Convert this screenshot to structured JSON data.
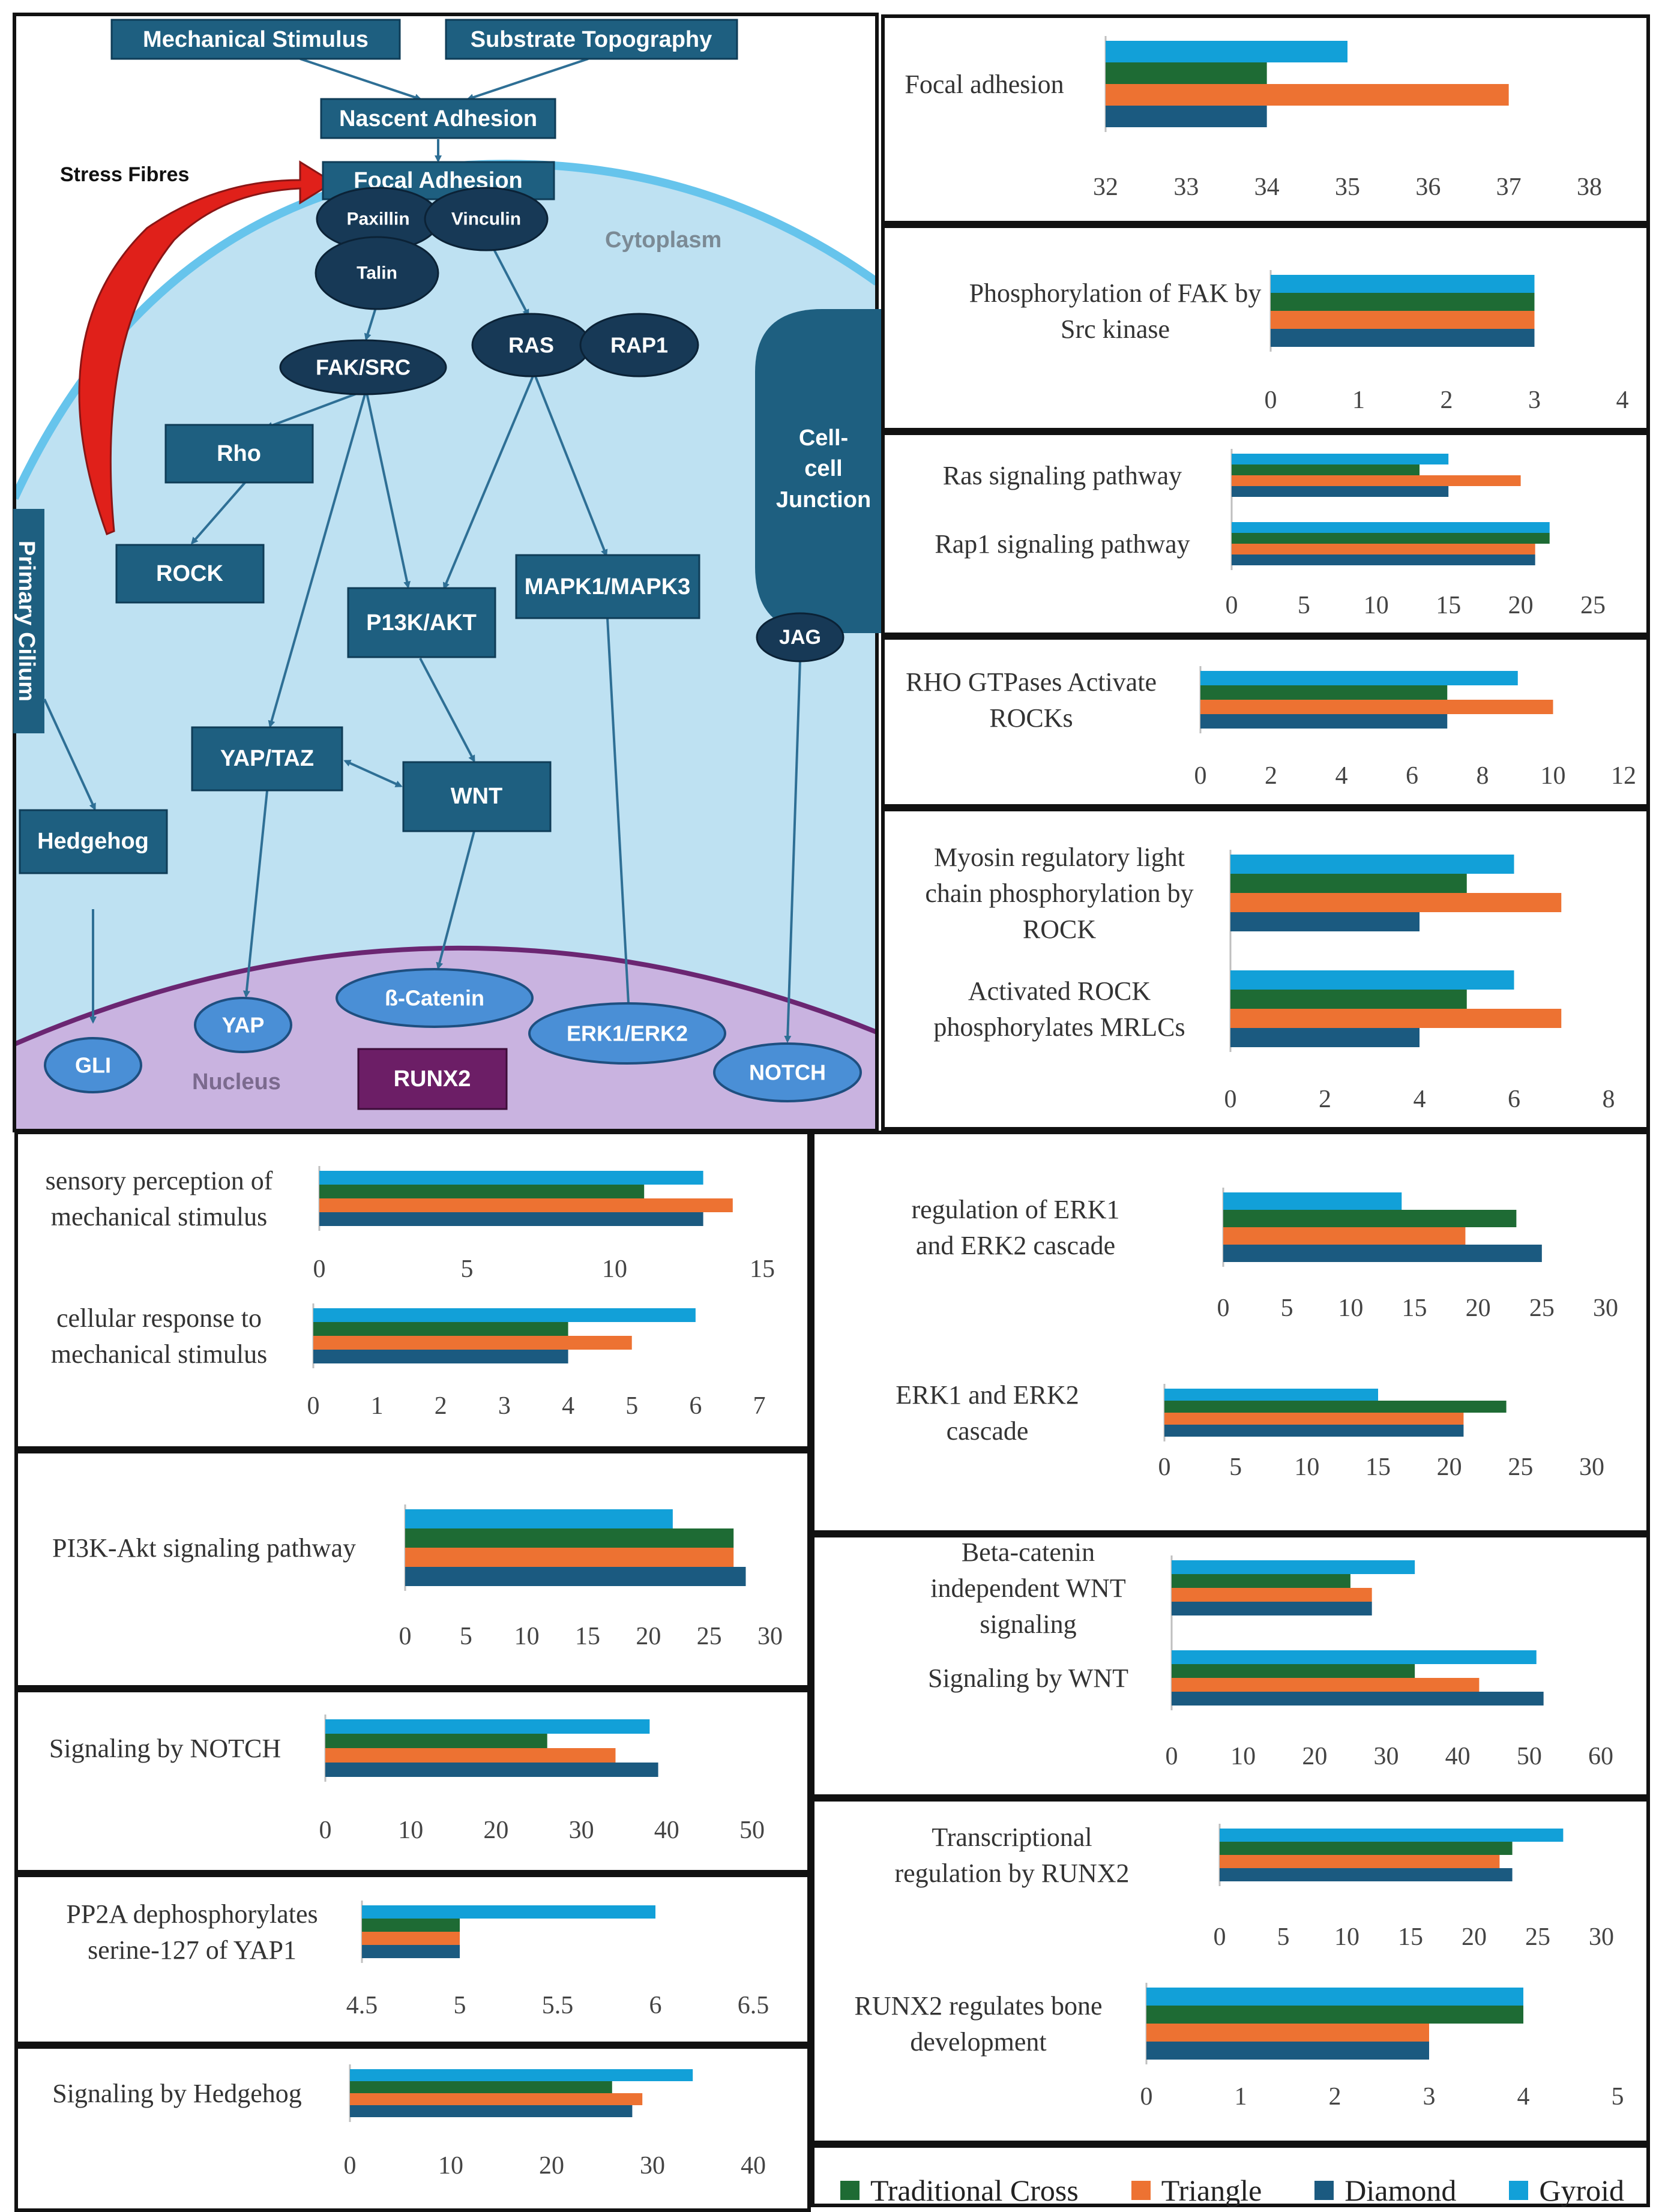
{
  "colors": {
    "Traditional Cross": "#1e6b34",
    "Triangle": "#ed7232",
    "Diamond": "#1b5a80",
    "Gyroid": "#12a0d8"
  },
  "diagram": {
    "mechanical_stimulus": "Mechanical Stimulus",
    "substrate_topography": "Substrate Topography",
    "nascent_adhesion": "Nascent Adhesion",
    "focal_adhesion": "Focal Adhesion",
    "stress_fibres": "Stress Fibres",
    "paxillin": "Paxillin",
    "vinculin": "Vinculin",
    "talin": "Talin",
    "cytoplasm": "Cytoplasm",
    "fak_src": "FAK/SRC",
    "ras": "RAS",
    "rap1": "RAP1",
    "rho": "Rho",
    "rock": "ROCK",
    "p13k_akt": "P13K/AKT",
    "mapk": "MAPK1/MAPK3",
    "cell_junction_line1": "Cell-",
    "cell_junction_line2": "cell",
    "cell_junction_line3": "Junction",
    "jag": "JAG",
    "primary_cilium": "Primary Cilium",
    "yap_taz": "YAP/TAZ",
    "wnt": "WNT",
    "hedgehog": "Hedgehog",
    "beta_catenin": "ß-Catenin",
    "yap": "YAP",
    "erk": "ERK1/ERK2",
    "gli": "GLI",
    "notch": "NOTCH",
    "nucleus": "Nucleus",
    "runx2": "RUNX2"
  },
  "legend": [
    "Traditional Cross",
    "Triangle",
    "Diamond",
    "Gyroid"
  ],
  "chart_data": [
    {
      "type": "bar",
      "orientation": "horizontal",
      "categories": [
        "Focal adhesion"
      ],
      "ticks": [
        32,
        33,
        34,
        35,
        36,
        37,
        38
      ],
      "xlim": [
        32,
        38
      ],
      "series": [
        {
          "name": "Gyroid",
          "values": [
            35
          ]
        },
        {
          "name": "Traditional Cross",
          "values": [
            34
          ]
        },
        {
          "name": "Triangle",
          "values": [
            37
          ]
        },
        {
          "name": "Diamond",
          "values": [
            34
          ]
        }
      ]
    },
    {
      "type": "bar",
      "orientation": "horizontal",
      "categories": [
        "Phosphorylation of FAK by Src kinase"
      ],
      "ticks": [
        0,
        1,
        2,
        3,
        4
      ],
      "xlim": [
        0,
        4
      ],
      "series": [
        {
          "name": "Gyroid",
          "values": [
            3
          ]
        },
        {
          "name": "Traditional Cross",
          "values": [
            3
          ]
        },
        {
          "name": "Triangle",
          "values": [
            3
          ]
        },
        {
          "name": "Diamond",
          "values": [
            3
          ]
        }
      ]
    },
    {
      "type": "bar",
      "orientation": "horizontal",
      "categories": [
        "Ras signaling pathway",
        "Rap1 signaling pathway"
      ],
      "ticks": [
        0,
        5,
        10,
        15,
        20,
        25
      ],
      "xlim": [
        0,
        25
      ],
      "series": [
        {
          "name": "Gyroid",
          "values": [
            15,
            22
          ]
        },
        {
          "name": "Traditional Cross",
          "values": [
            13,
            22
          ]
        },
        {
          "name": "Triangle",
          "values": [
            20,
            21
          ]
        },
        {
          "name": "Diamond",
          "values": [
            15,
            21
          ]
        }
      ]
    },
    {
      "type": "bar",
      "orientation": "horizontal",
      "categories": [
        "RHO GTPases Activate ROCKs"
      ],
      "ticks": [
        0,
        2,
        4,
        6,
        8,
        10,
        12
      ],
      "xlim": [
        0,
        12
      ],
      "series": [
        {
          "name": "Gyroid",
          "values": [
            9
          ]
        },
        {
          "name": "Traditional Cross",
          "values": [
            7
          ]
        },
        {
          "name": "Triangle",
          "values": [
            10
          ]
        },
        {
          "name": "Diamond",
          "values": [
            7
          ]
        }
      ]
    },
    {
      "type": "bar",
      "orientation": "horizontal",
      "categories": [
        "Myosin regulatory light chain phosphorylation by ROCK",
        "Activated ROCK phosphorylates MRLCs"
      ],
      "ticks": [
        0,
        2,
        4,
        6,
        8
      ],
      "xlim": [
        0,
        8
      ],
      "series": [
        {
          "name": "Gyroid",
          "values": [
            6,
            6
          ]
        },
        {
          "name": "Traditional Cross",
          "values": [
            5,
            5
          ]
        },
        {
          "name": "Triangle",
          "values": [
            7,
            7
          ]
        },
        {
          "name": "Diamond",
          "values": [
            4,
            4
          ]
        }
      ]
    },
    {
      "type": "bar",
      "orientation": "horizontal",
      "categories": [
        "sensory perception of mechanical stimulus"
      ],
      "ticks": [
        0,
        5,
        10,
        15
      ],
      "xlim": [
        0,
        15
      ],
      "series": [
        {
          "name": "Gyroid",
          "values": [
            13
          ]
        },
        {
          "name": "Traditional Cross",
          "values": [
            11
          ]
        },
        {
          "name": "Triangle",
          "values": [
            14
          ]
        },
        {
          "name": "Diamond",
          "values": [
            13
          ]
        }
      ]
    },
    {
      "type": "bar",
      "orientation": "horizontal",
      "categories": [
        "cellular response to mechanical stimulus"
      ],
      "ticks": [
        0,
        1,
        2,
        3,
        4,
        5,
        6,
        7
      ],
      "xlim": [
        0,
        7
      ],
      "series": [
        {
          "name": "Gyroid",
          "values": [
            6
          ]
        },
        {
          "name": "Traditional Cross",
          "values": [
            4
          ]
        },
        {
          "name": "Triangle",
          "values": [
            5
          ]
        },
        {
          "name": "Diamond",
          "values": [
            4
          ]
        }
      ]
    },
    {
      "type": "bar",
      "orientation": "horizontal",
      "categories": [
        "regulation of ERK1 and ERK2 cascade"
      ],
      "ticks": [
        0,
        5,
        10,
        15,
        20,
        25,
        30
      ],
      "xlim": [
        0,
        30
      ],
      "series": [
        {
          "name": "Gyroid",
          "values": [
            14
          ]
        },
        {
          "name": "Traditional Cross",
          "values": [
            23
          ]
        },
        {
          "name": "Triangle",
          "values": [
            19
          ]
        },
        {
          "name": "Diamond",
          "values": [
            25
          ]
        }
      ]
    },
    {
      "type": "bar",
      "orientation": "horizontal",
      "categories": [
        "ERK1 and ERK2 cascade"
      ],
      "ticks": [
        0,
        5,
        10,
        15,
        20,
        25,
        30
      ],
      "xlim": [
        0,
        30
      ],
      "series": [
        {
          "name": "Gyroid",
          "values": [
            15
          ]
        },
        {
          "name": "Traditional Cross",
          "values": [
            24
          ]
        },
        {
          "name": "Triangle",
          "values": [
            21
          ]
        },
        {
          "name": "Diamond",
          "values": [
            21
          ]
        }
      ]
    },
    {
      "type": "bar",
      "orientation": "horizontal",
      "categories": [
        "PI3K-Akt signaling pathway"
      ],
      "ticks": [
        0,
        5,
        10,
        15,
        20,
        25,
        30
      ],
      "xlim": [
        0,
        30
      ],
      "series": [
        {
          "name": "Gyroid",
          "values": [
            22
          ]
        },
        {
          "name": "Traditional Cross",
          "values": [
            27
          ]
        },
        {
          "name": "Triangle",
          "values": [
            27
          ]
        },
        {
          "name": "Diamond",
          "values": [
            28
          ]
        }
      ]
    },
    {
      "type": "bar",
      "orientation": "horizontal",
      "categories": [
        "Beta-catenin independent WNT signaling",
        "Signaling by WNT"
      ],
      "ticks": [
        0,
        10,
        20,
        30,
        40,
        50,
        60
      ],
      "xlim": [
        0,
        60
      ],
      "series": [
        {
          "name": "Gyroid",
          "values": [
            34,
            51
          ]
        },
        {
          "name": "Traditional Cross",
          "values": [
            25,
            34
          ]
        },
        {
          "name": "Triangle",
          "values": [
            28,
            43
          ]
        },
        {
          "name": "Diamond",
          "values": [
            28,
            52
          ]
        }
      ]
    },
    {
      "type": "bar",
      "orientation": "horizontal",
      "categories": [
        "Signaling by NOTCH"
      ],
      "ticks": [
        0,
        10,
        20,
        30,
        40,
        50
      ],
      "xlim": [
        0,
        50
      ],
      "series": [
        {
          "name": "Gyroid",
          "values": [
            38
          ]
        },
        {
          "name": "Traditional Cross",
          "values": [
            26
          ]
        },
        {
          "name": "Triangle",
          "values": [
            34
          ]
        },
        {
          "name": "Diamond",
          "values": [
            39
          ]
        }
      ]
    },
    {
      "type": "bar",
      "orientation": "horizontal",
      "categories": [
        "Transcriptional regulation by RUNX2"
      ],
      "ticks": [
        0,
        5,
        10,
        15,
        20,
        25,
        30
      ],
      "xlim": [
        0,
        30
      ],
      "series": [
        {
          "name": "Gyroid",
          "values": [
            27
          ]
        },
        {
          "name": "Traditional Cross",
          "values": [
            23
          ]
        },
        {
          "name": "Triangle",
          "values": [
            22
          ]
        },
        {
          "name": "Diamond",
          "values": [
            23
          ]
        }
      ]
    },
    {
      "type": "bar",
      "orientation": "horizontal",
      "categories": [
        "PP2A dephosphorylates serine-127 of YAP1"
      ],
      "ticks": [
        4.5,
        5,
        5.5,
        6,
        6.5
      ],
      "xlim": [
        4.5,
        6.5
      ],
      "series": [
        {
          "name": "Gyroid",
          "values": [
            6
          ]
        },
        {
          "name": "Traditional Cross",
          "values": [
            5
          ]
        },
        {
          "name": "Triangle",
          "values": [
            5
          ]
        },
        {
          "name": "Diamond",
          "values": [
            5
          ]
        }
      ]
    },
    {
      "type": "bar",
      "orientation": "horizontal",
      "categories": [
        "RUNX2 regulates bone development"
      ],
      "ticks": [
        0,
        1,
        2,
        3,
        4,
        5
      ],
      "xlim": [
        0,
        5
      ],
      "series": [
        {
          "name": "Gyroid",
          "values": [
            4
          ]
        },
        {
          "name": "Traditional Cross",
          "values": [
            4
          ]
        },
        {
          "name": "Triangle",
          "values": [
            3
          ]
        },
        {
          "name": "Diamond",
          "values": [
            3
          ]
        }
      ]
    },
    {
      "type": "bar",
      "orientation": "horizontal",
      "categories": [
        "Signaling by Hedgehog"
      ],
      "ticks": [
        0,
        10,
        20,
        30,
        40
      ],
      "xlim": [
        0,
        40
      ],
      "series": [
        {
          "name": "Gyroid",
          "values": [
            34
          ]
        },
        {
          "name": "Traditional Cross",
          "values": [
            26
          ]
        },
        {
          "name": "Triangle",
          "values": [
            29
          ]
        },
        {
          "name": "Diamond",
          "values": [
            28
          ]
        }
      ]
    }
  ]
}
